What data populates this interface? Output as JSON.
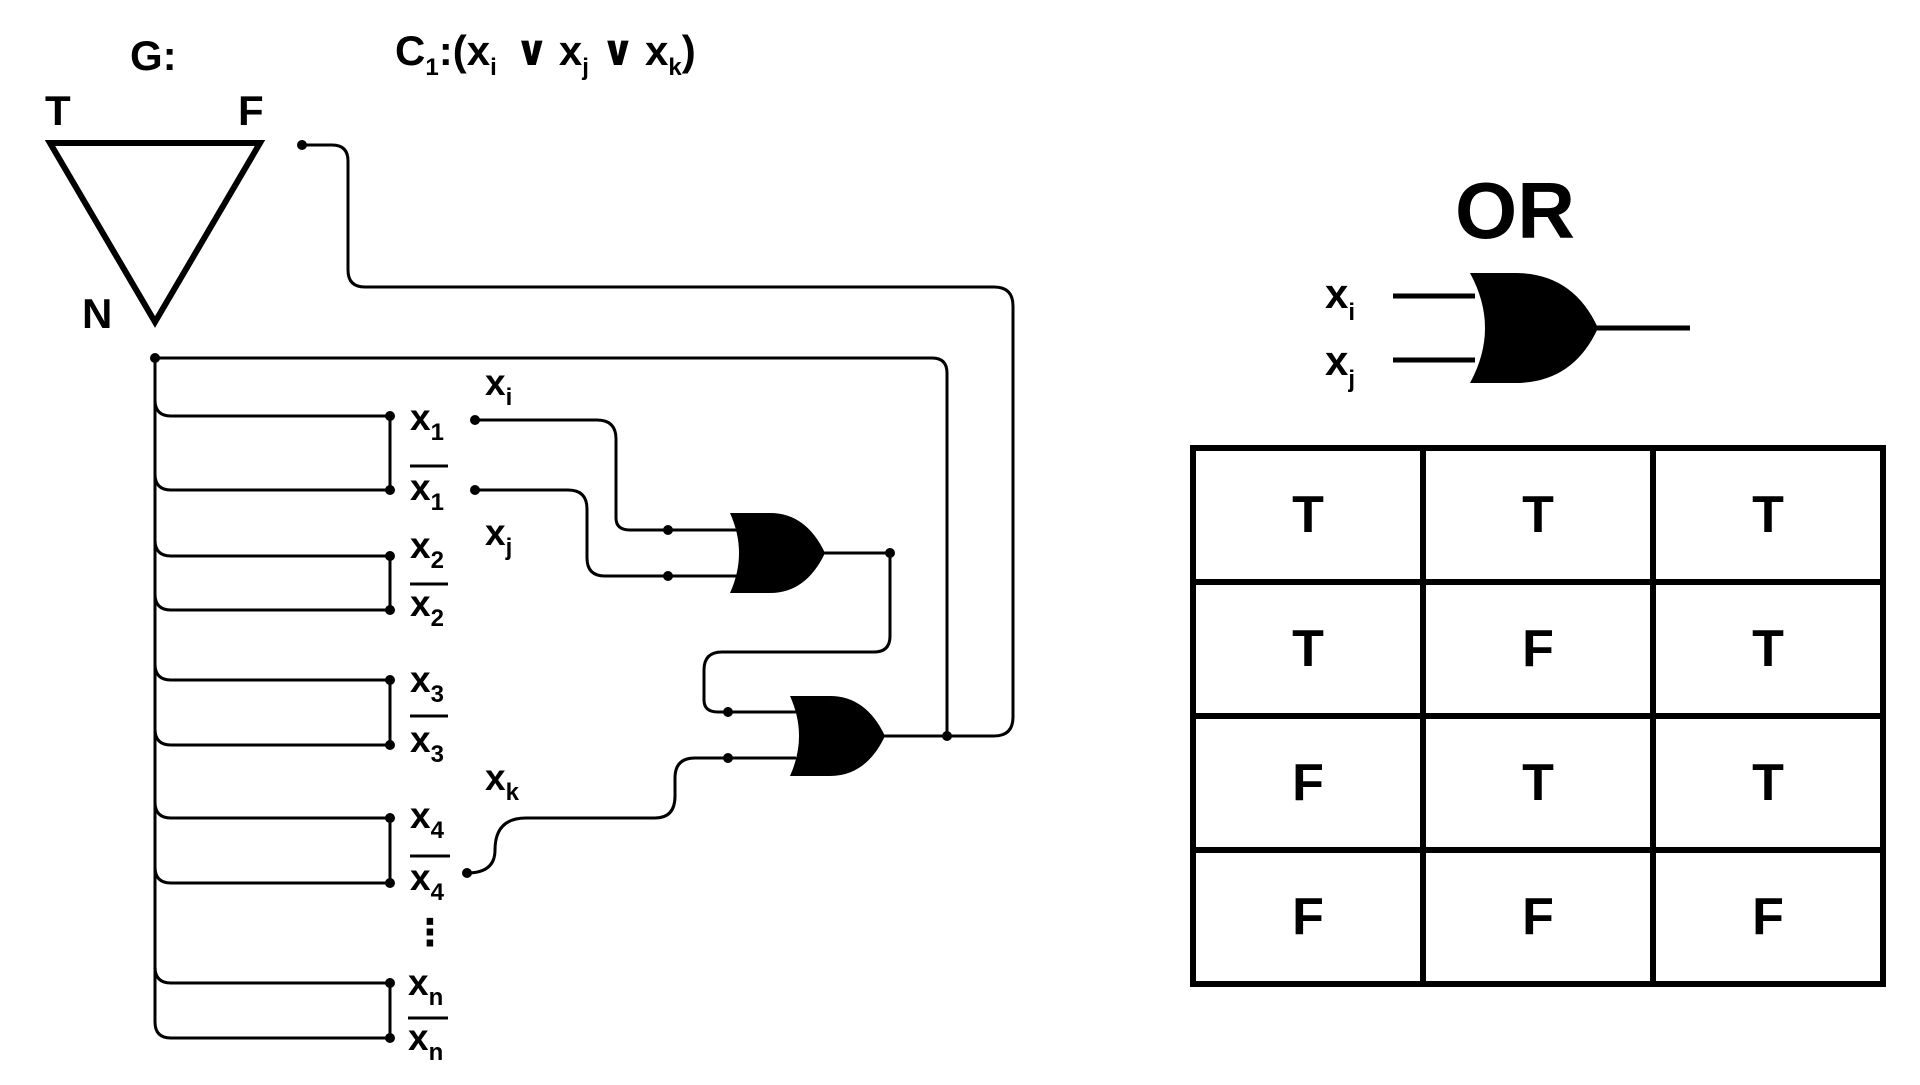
{
  "gadget": {
    "name": "G:",
    "vertices": {
      "top_left": "T",
      "top_right": "F",
      "bottom": "N"
    }
  },
  "clause": {
    "prefix": "C",
    "prefix_sub": "1",
    "sep": ":",
    "open": "(x",
    "a_sub": "i",
    "or1": "∨",
    "b": "x",
    "b_sub": "j",
    "or2": "∨",
    "c": "x",
    "c_sub": "k",
    "close": ")"
  },
  "literals": [
    {
      "base": "x",
      "sub": "1",
      "negated": false
    },
    {
      "base": "x",
      "sub": "1",
      "negated": true
    },
    {
      "base": "x",
      "sub": "2",
      "negated": false
    },
    {
      "base": "x",
      "sub": "2",
      "negated": true
    },
    {
      "base": "x",
      "sub": "3",
      "negated": false
    },
    {
      "base": "x",
      "sub": "3",
      "negated": true
    },
    {
      "base": "x",
      "sub": "4",
      "negated": false
    },
    {
      "base": "x",
      "sub": "4",
      "negated": true
    },
    {
      "base": "x",
      "sub": "n",
      "negated": false
    },
    {
      "base": "x",
      "sub": "n",
      "negated": true
    }
  ],
  "ellipsis": "⋮",
  "wire_labels": {
    "xi": {
      "base": "x",
      "sub": "i"
    },
    "xj": {
      "base": "x",
      "sub": "j"
    },
    "xk": {
      "base": "x",
      "sub": "k"
    }
  },
  "or_legend": {
    "title": "OR",
    "input_a": {
      "base": "x",
      "sub": "i"
    },
    "input_b": {
      "base": "x",
      "sub": "j"
    }
  },
  "truth_table": [
    [
      "T",
      "T",
      "T"
    ],
    [
      "T",
      "F",
      "T"
    ],
    [
      "F",
      "T",
      "T"
    ],
    [
      "F",
      "F",
      "F"
    ]
  ]
}
